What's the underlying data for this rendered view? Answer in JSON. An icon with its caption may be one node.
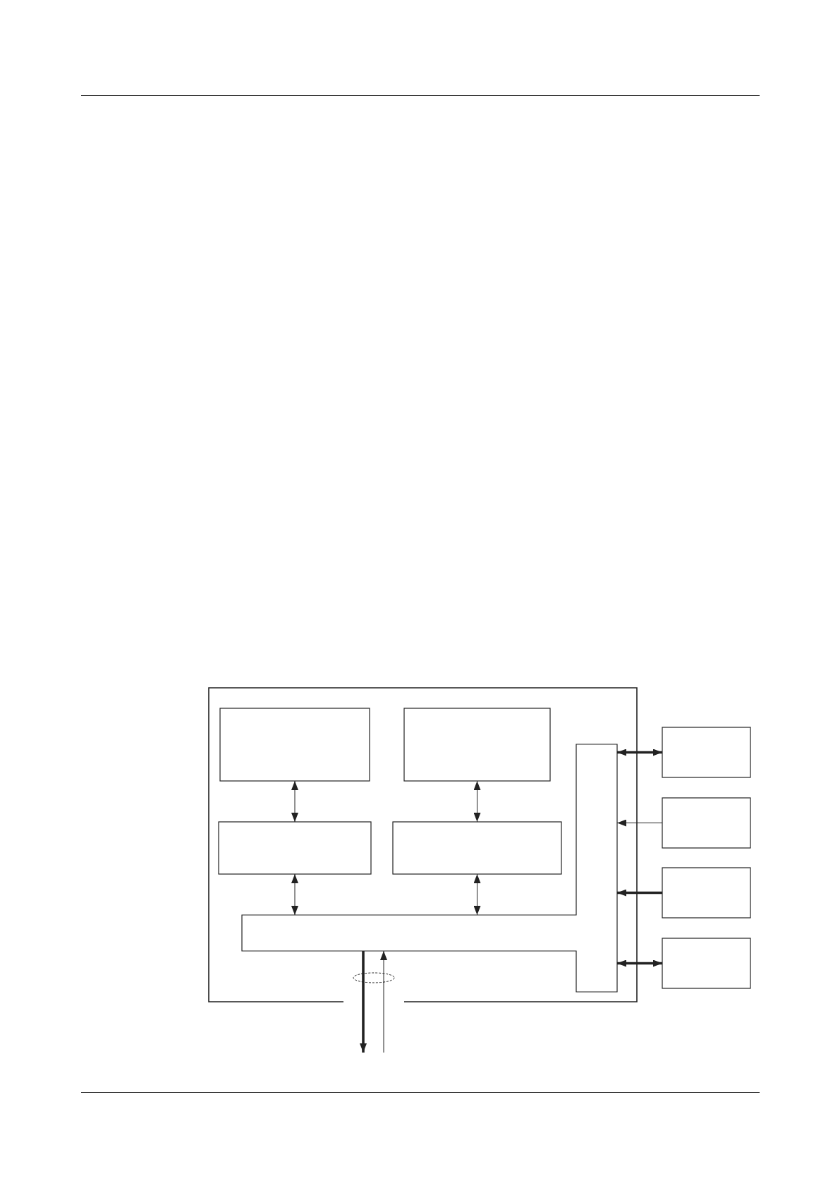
{
  "diagram": {
    "nodes": [
      {
        "text": [],
        "shape": "box"
      },
      {
        "text": [],
        "shape": "box",
        "in": 0
      },
      {
        "text": [],
        "shape": "box",
        "in": 0
      },
      {
        "text": [],
        "shape": "box",
        "in": 0
      },
      {
        "text": [],
        "shape": "box",
        "in": 0
      },
      {
        "text": [],
        "shape": "bar",
        "in": 0
      },
      {
        "text": [],
        "shape": "box"
      },
      {
        "text": [],
        "shape": "box"
      },
      {
        "text": [],
        "shape": "box"
      },
      {
        "text": [],
        "shape": "box"
      }
    ],
    "edges": [
      {
        "from": 1,
        "to": 3,
        "arrow": "both"
      },
      {
        "from": 2,
        "to": 4,
        "arrow": "both"
      },
      {
        "from": 3,
        "to": 5,
        "arrow": "both"
      },
      {
        "from": 4,
        "to": 5,
        "arrow": "both"
      },
      {
        "from": 6,
        "to": 5,
        "arrow": "both",
        "style": "thick"
      },
      {
        "from": 7,
        "to": 5,
        "arrow": "to"
      },
      {
        "from": 8,
        "to": 5,
        "arrow": "to",
        "style": "thick"
      },
      {
        "from": 9,
        "to": 5,
        "arrow": "both",
        "style": "thick"
      },
      {
        "from": 5,
        "to": null,
        "arrow": "to",
        "style": "thick"
      },
      {
        "from": null,
        "to": 5,
        "arrow": "to"
      }
    ]
  }
}
